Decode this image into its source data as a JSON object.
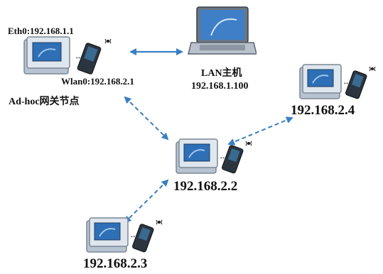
{
  "gateway": {
    "eth0_label": "Eth0:192.168.1.1",
    "wlan0_label": "Wlan0:192.168.2.1",
    "role_label": "Ad-hoc网关节点"
  },
  "lan_host": {
    "title": "LAN主机",
    "ip": "192.168.1.100"
  },
  "nodes": [
    {
      "ip": "192.168.2.2"
    },
    {
      "ip": "192.168.2.3"
    },
    {
      "ip": "192.168.2.4"
    }
  ],
  "colors": {
    "link": "#3a7fc1",
    "board_body": "#c9d4e0",
    "board_screen": "#2e6fb5",
    "wifi_module": "#2b3540",
    "text": "#111111"
  },
  "links": [
    {
      "from": "gateway",
      "to": "lan_host",
      "style": "solid",
      "arrows": "both"
    },
    {
      "from": "gateway",
      "to": "192.168.2.2",
      "style": "dashed",
      "arrows": "both"
    },
    {
      "from": "192.168.2.2",
      "to": "192.168.2.3",
      "style": "dashed",
      "arrows": "both"
    },
    {
      "from": "192.168.2.2",
      "to": "192.168.2.4",
      "style": "dashed",
      "arrows": "both"
    }
  ]
}
